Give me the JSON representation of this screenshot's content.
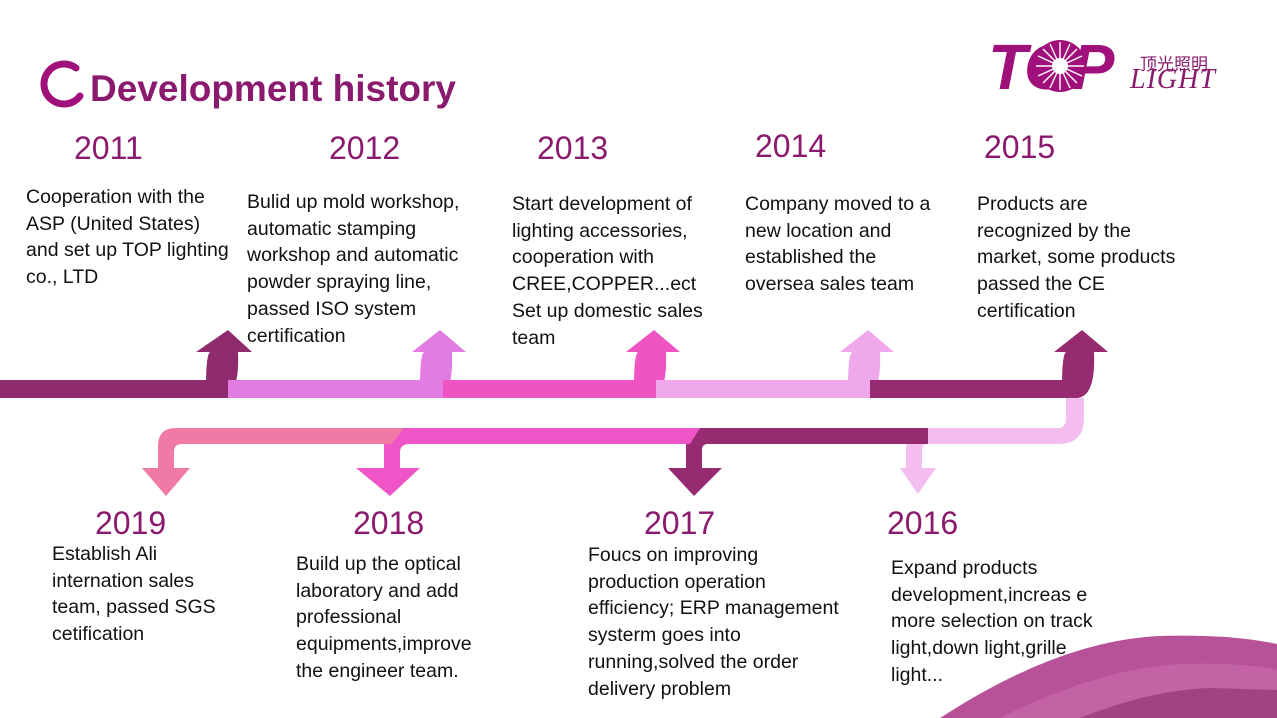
{
  "page": {
    "title": "Development history"
  },
  "logo": {
    "brand": "TOP",
    "sub": "LIGHT",
    "cn": "顶光照明"
  },
  "timeline": {
    "top": [
      {
        "year": "2011",
        "text": "Cooperation with the ASP (United States) and set up TOP lighting co., LTD",
        "color": "#8e2b6f"
      },
      {
        "year": "2012",
        "text": "Bulid up mold workshop, automatic stamping workshop and automatic powder spraying line, passed ISO system certification",
        "color": "#e27be2"
      },
      {
        "year": "2013",
        "text": "Start development of lighting accessories, cooperation with CREE,COPPER...ect Set up domestic sales team",
        "color": "#ee55c2"
      },
      {
        "year": "2014",
        "text": "Company moved to a new location and established the oversea sales team",
        "color": "#f0a8ec"
      },
      {
        "year": "2015",
        "text": "Products are recognized by the market, some products passed the CE certification",
        "color": "#962b72"
      }
    ],
    "bottom": [
      {
        "year": "2019",
        "text": "Establish Ali internation sales team, passed SGS cetification",
        "color": "#f07aa5"
      },
      {
        "year": "2018",
        "text": "Build up the optical laboratory and add professional equipments,improve the engineer team.",
        "color": "#f055c8"
      },
      {
        "year": "2017",
        "text": "Foucs on improving production operation efficiency; ERP management systerm goes into running,solved the order delivery problem",
        "color": "#962b72"
      },
      {
        "year": "2016",
        "text": "Expand products development,increas e more selection on track light,down light,grille light...",
        "color": "#f4bdef"
      }
    ]
  }
}
